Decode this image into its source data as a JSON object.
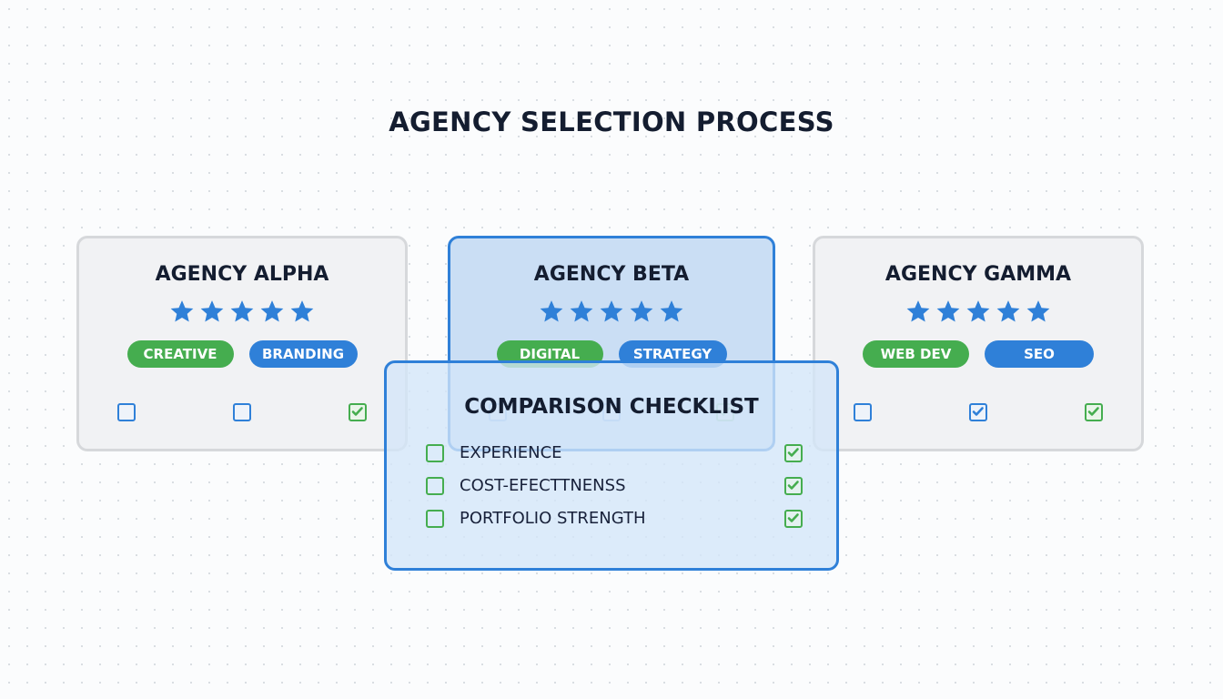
{
  "title": "AGENCY SELECTION PROCESS",
  "colors": {
    "accent_blue": "#2f80d8",
    "accent_green": "#45ad4f",
    "text_dark": "#141d30",
    "card_bg": "#f1f2f4",
    "card_border": "#d6d8db",
    "highlight_bg": "#cadef4"
  },
  "agencies": [
    {
      "name": "AGENCY ALPHA",
      "rating": 5,
      "rating_max": 5,
      "tags": [
        {
          "label": "CREATIVE",
          "color": "green"
        },
        {
          "label": "BRANDING",
          "color": "blue"
        }
      ],
      "checks": [
        {
          "checked": false,
          "color": "blue"
        },
        {
          "checked": false,
          "color": "blue"
        },
        {
          "checked": true,
          "color": "green"
        }
      ]
    },
    {
      "name": "AGENCY BETA",
      "rating": 5,
      "rating_max": 5,
      "highlighted": true,
      "tags": [
        {
          "label": "DIGITAL",
          "color": "green"
        },
        {
          "label": "STRATEGY",
          "color": "blue"
        }
      ],
      "checks": [
        {
          "checked": false,
          "color": "blue"
        },
        {
          "checked": false,
          "color": "blue"
        },
        {
          "checked": true,
          "color": "green"
        }
      ]
    },
    {
      "name": "AGENCY GAMMA",
      "rating": 5,
      "rating_max": 5,
      "tags": [
        {
          "label": "WEB DEV",
          "color": "green"
        },
        {
          "label": "SEO",
          "color": "blue"
        }
      ],
      "checks": [
        {
          "checked": false,
          "color": "blue"
        },
        {
          "checked": true,
          "color": "blue"
        },
        {
          "checked": true,
          "color": "green"
        }
      ]
    }
  ],
  "checklist": {
    "title": "COMPARISON CHECKLIST",
    "items": [
      {
        "label": "EXPERIENCE",
        "left_checked": false,
        "right_checked": true
      },
      {
        "label": "COST-EFECTTNENSS",
        "left_checked": false,
        "right_checked": true
      },
      {
        "label": "PORTFOLIO STRENGTH",
        "left_checked": false,
        "right_checked": true
      }
    ]
  },
  "icons": {
    "star": "star-icon",
    "checkbox": "checkbox-icon",
    "checkmark": "checkmark-icon"
  }
}
